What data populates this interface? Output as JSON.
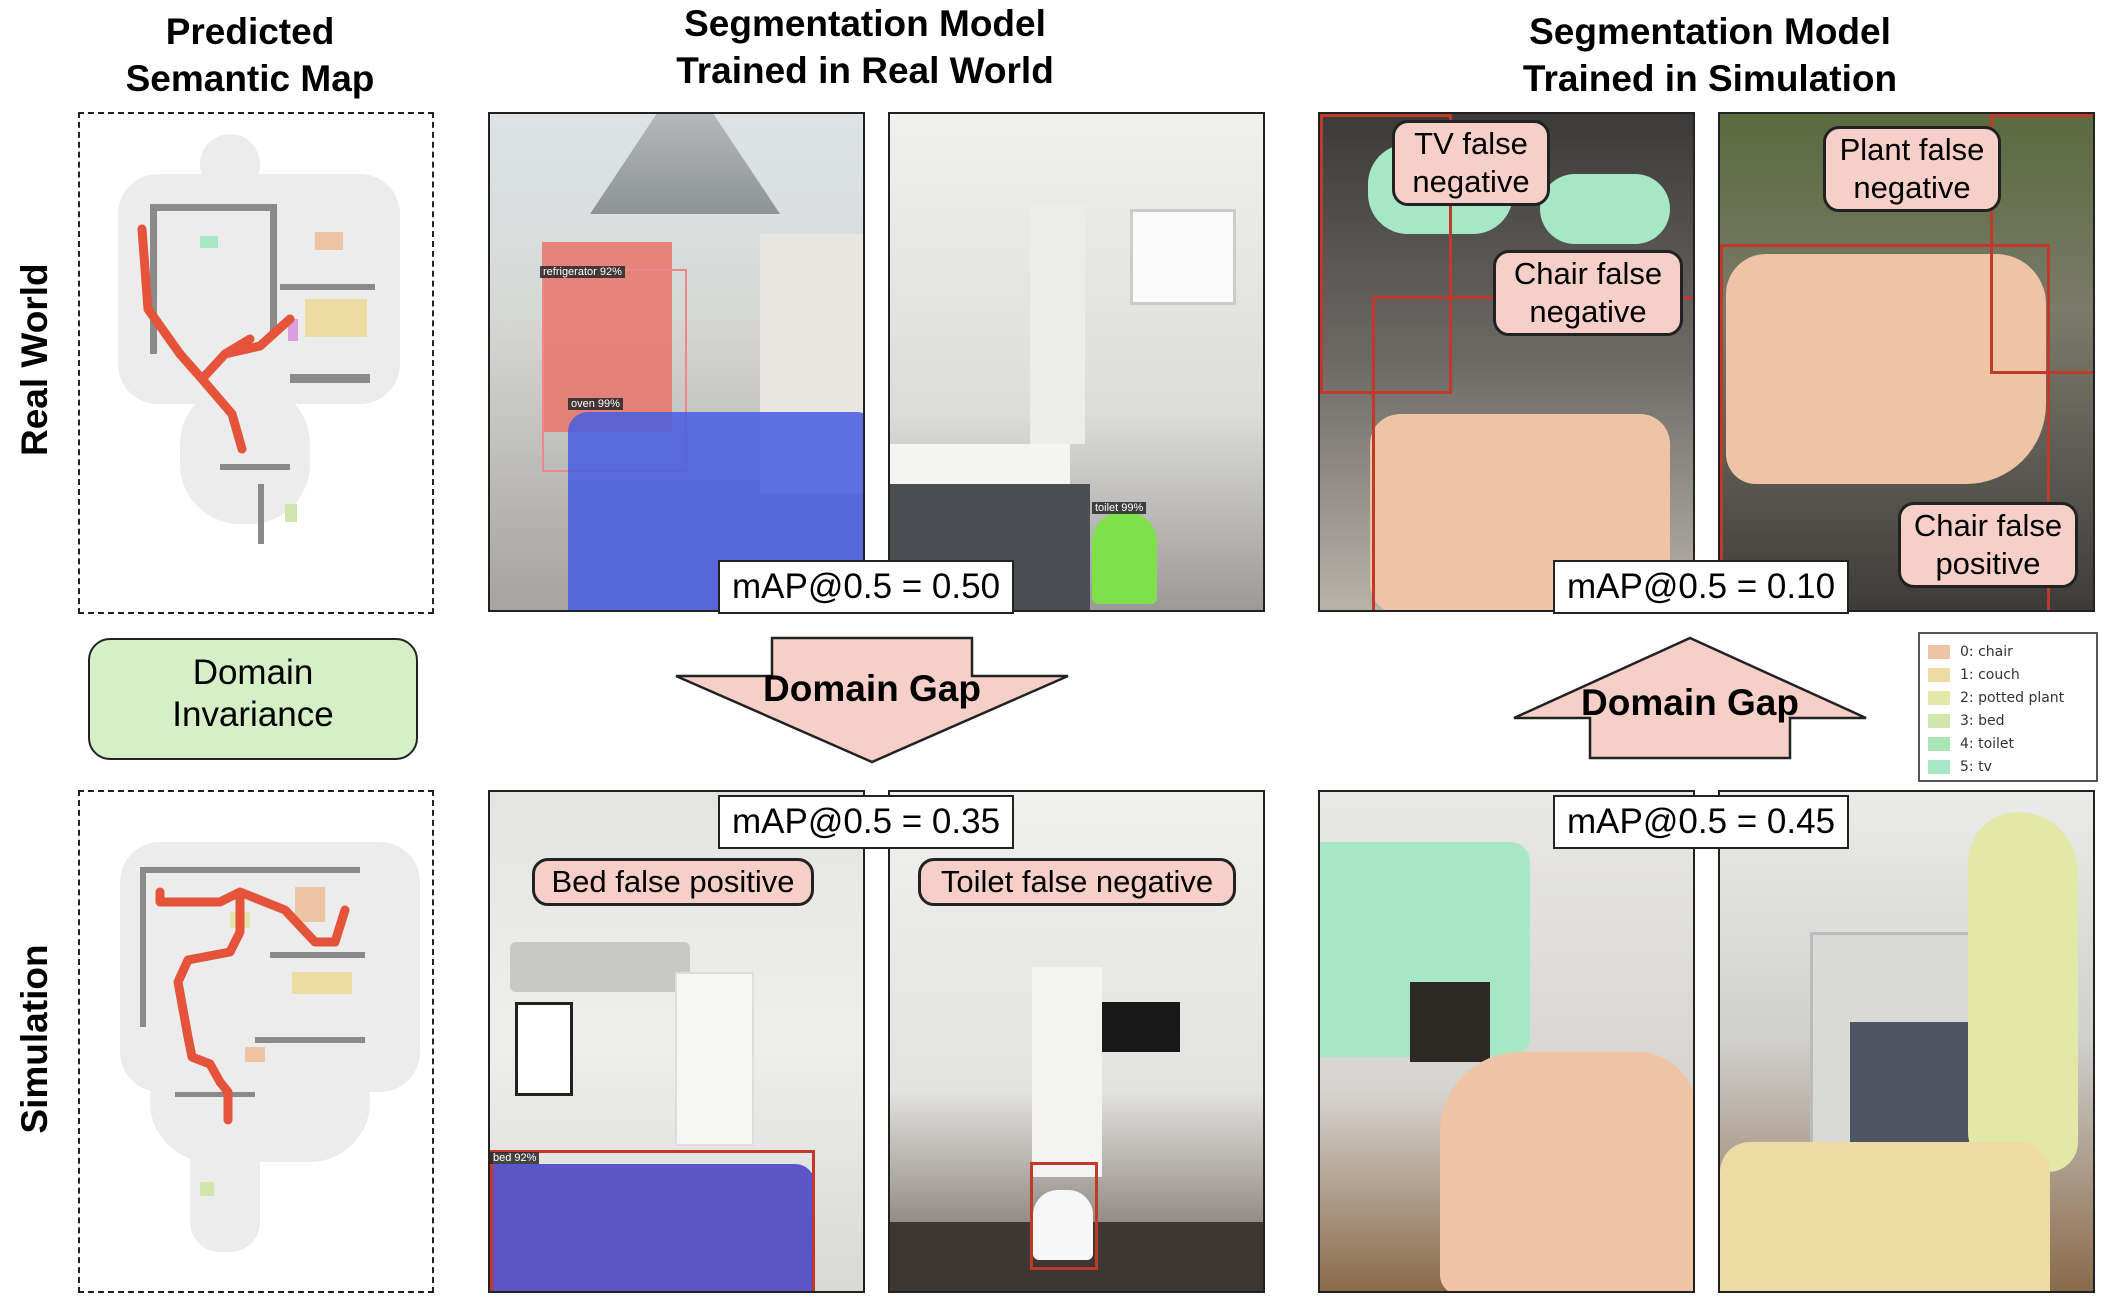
{
  "columns": {
    "map_title": "Predicted\nSemantic Map",
    "real_title": "Segmentation Model\nTrained in Real World",
    "sim_title": "Segmentation Model\nTrained in Simulation"
  },
  "rows": {
    "real": "Real World",
    "sim": "Simulation"
  },
  "center": {
    "invariance": "Domain\nInvariance",
    "gap_down": "Domain Gap",
    "gap_up": "Domain Gap"
  },
  "metrics": {
    "real_on_real": "mAP@0.5 = 0.50",
    "sim_on_real": "mAP@0.5 = 0.10",
    "real_on_sim": "mAP@0.5 = 0.35",
    "sim_on_sim": "mAP@0.5 = 0.45"
  },
  "detections": {
    "refrigerator": "refrigerator 92%",
    "oven": "oven 99%",
    "toilet": "toilet 99%",
    "bed": "bed 92%"
  },
  "annotations": {
    "tv_fn": "TV false\nnegative",
    "chair_fn": "Chair false\nnegative",
    "plant_fn": "Plant false\nnegative",
    "chair_fp": "Chair false\npositive",
    "bed_fp": "Bed false positive",
    "toilet_fn": "Toilet false negative"
  },
  "legend": [
    {
      "label": "0: chair",
      "color": "#eec4a4"
    },
    {
      "label": "1: couch",
      "color": "#ecdca4"
    },
    {
      "label": "2: potted plant",
      "color": "#e3e8a6"
    },
    {
      "label": "3: bed",
      "color": "#cfe7ad"
    },
    {
      "label": "4: toilet",
      "color": "#a9e6b3"
    },
    {
      "label": "5: tv",
      "color": "#a6e8c6"
    }
  ],
  "colors": {
    "annotation_bg": "#f6d0c8",
    "invariance_bg": "#d6efc6",
    "path": "#e5533a",
    "error_box": "#c0392b",
    "refrigerator_mask": "#e8746a",
    "oven_mask": "#4a5fe0",
    "toilet_mask": "#7ee04a",
    "bed_mask": "#5b55c8"
  }
}
